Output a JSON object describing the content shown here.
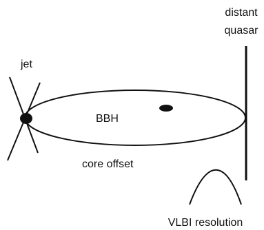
{
  "labels": {
    "distant_line1": "distant",
    "distant_line2": "quasar",
    "jet": "jet",
    "bbh": "BBH",
    "core_offset": "core  offset",
    "vlbi_resolution": "VLBI  resolution"
  },
  "colors": {
    "ink": "#111111",
    "background": "#ffffff"
  }
}
